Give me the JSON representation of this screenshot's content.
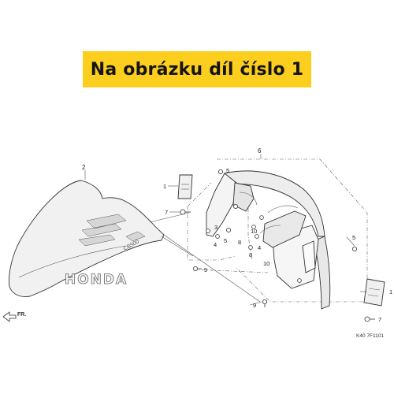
{
  "banner": {
    "text": "Na obrázku díl číslo 1"
  },
  "diagram": {
    "callouts": [
      "1",
      "2",
      "3",
      "4",
      "5",
      "6",
      "7",
      "8",
      "9",
      "10"
    ],
    "logo_text": "HONDA",
    "direction_label": "FR.",
    "drawing_code": "K40 7F1101"
  },
  "colors": {
    "banner": "#fccf1f",
    "banner_text": "#141414"
  }
}
